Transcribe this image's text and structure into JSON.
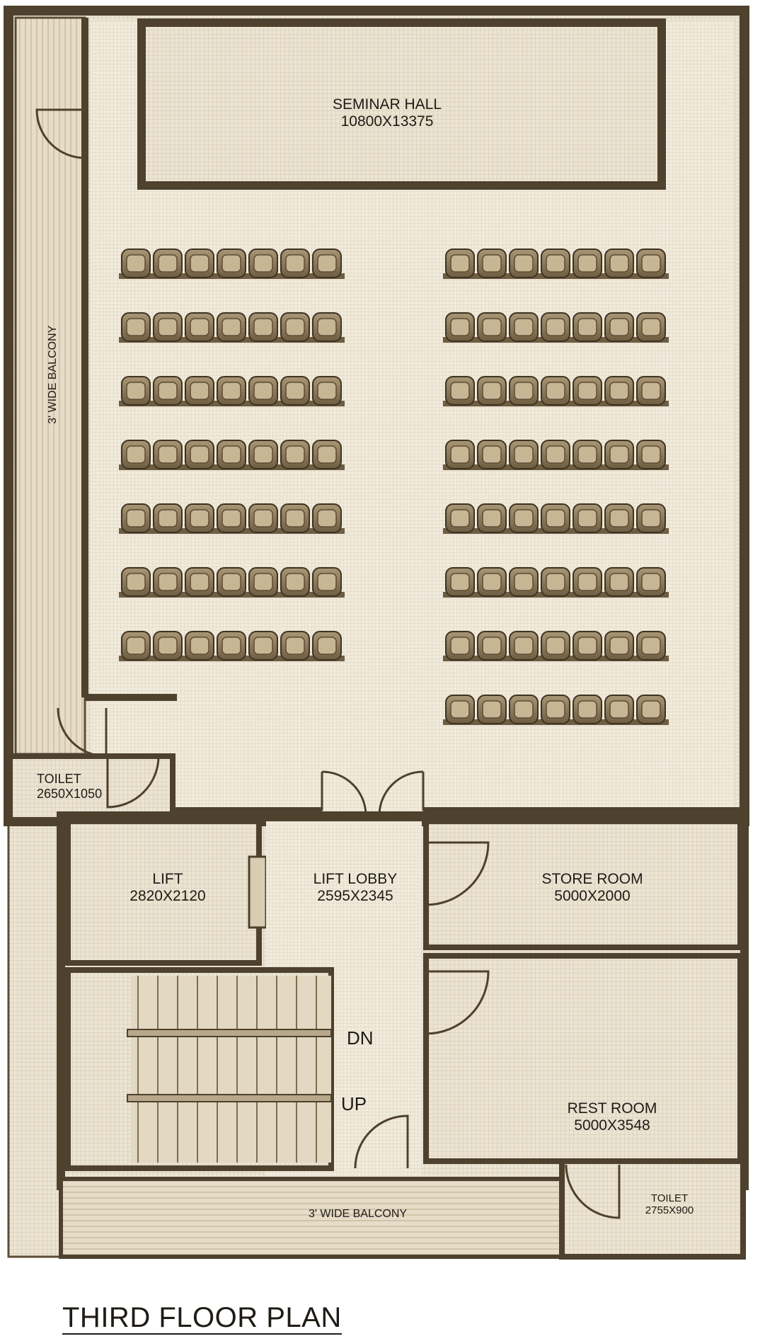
{
  "title": "THIRD FLOOR PLAN",
  "rooms": {
    "seminar_hall": {
      "name": "SEMINAR HALL",
      "size": "10800X13375"
    },
    "toilet_left": {
      "name": "TOILET",
      "size": "2650X1050"
    },
    "lift": {
      "name": "LIFT",
      "size": "2820X2120"
    },
    "lift_lobby": {
      "name": "LIFT LOBBY",
      "size": "2595X2345"
    },
    "store_room": {
      "name": "STORE ROOM",
      "size": "5000X2000"
    },
    "rest_room": {
      "name": "REST ROOM",
      "size": "5000X3548"
    },
    "toilet_right": {
      "name": "TOILET",
      "size": "2755X900"
    }
  },
  "balcony_left": "3' WIDE BALCONY",
  "balcony_bottom": "3' WIDE BALCONY",
  "stairs": {
    "down": "DN",
    "up": "UP"
  },
  "seating": {
    "left_block_rows": 7,
    "right_block_rows": 8,
    "seats_per_row": 7
  },
  "colors": {
    "paper": "#ece4d3",
    "wall": "#5c4d36",
    "wall_light": "#bfb29a",
    "ink": "#1f1b15",
    "seat": "#8d7a59"
  }
}
